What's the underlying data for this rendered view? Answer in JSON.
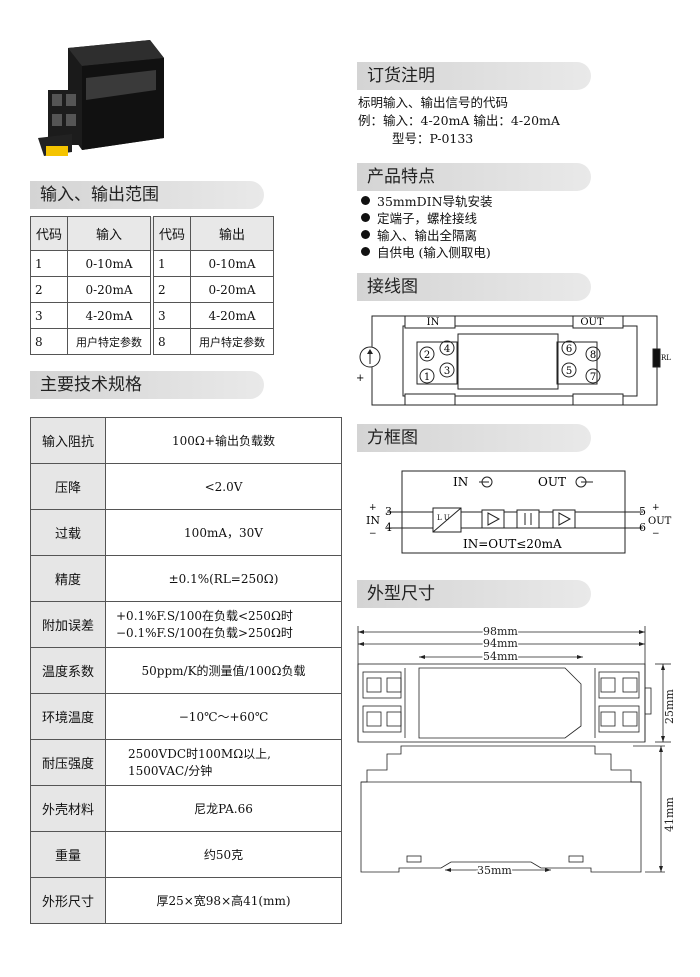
{
  "sections": {
    "io_range": "输入、输出范围",
    "spec": "主要技术规格",
    "order": "订货注明",
    "features": "产品特点",
    "wiring": "接线图",
    "block": "方框图",
    "dims": "外型尺寸"
  },
  "io_table": {
    "headers": [
      "代码",
      "输入",
      "代码",
      "输出"
    ],
    "rows": [
      [
        "1",
        "0-10mA",
        "1",
        "0-10mA"
      ],
      [
        "2",
        "0-20mA",
        "2",
        "0-20mA"
      ],
      [
        "3",
        "4-20mA",
        "3",
        "4-20mA"
      ],
      [
        "8",
        "用户特定参数",
        "8",
        "用户特定参数"
      ]
    ]
  },
  "spec_table": [
    {
      "k": "输入阻抗",
      "v": [
        "100Ω+输出负载数"
      ]
    },
    {
      "k": "压降",
      "v": [
        "<2.0V"
      ]
    },
    {
      "k": "过载",
      "v": [
        "100mA，30V"
      ]
    },
    {
      "k": "精度",
      "v": [
        "±0.1%(RL=250Ω)"
      ]
    },
    {
      "k": "附加误差",
      "v": [
        "+0.1%F.S/100在负载<250Ω时",
        "−0.1%F.S/100在负载>250Ω时"
      ]
    },
    {
      "k": "温度系数",
      "v": [
        "50ppm/K的测量值/100Ω负载"
      ]
    },
    {
      "k": "环境温度",
      "v": [
        "−10℃～+60℃"
      ]
    },
    {
      "k": "耐压强度",
      "v": [
        "2500VDC时100MΩ以上,",
        "1500VAC/分钟"
      ]
    },
    {
      "k": "外壳材料",
      "v": [
        "尼龙PA.66"
      ]
    },
    {
      "k": "重量",
      "v": [
        "约50克"
      ]
    },
    {
      "k": "外形尺寸",
      "v": [
        "厚25×宽98×高41(mm)"
      ]
    }
  ],
  "order": {
    "line1": "标明输入、输出信号的代码",
    "line2": "例：输入：4-20mA 输出：4-20mA",
    "line3": "型号：P-0133"
  },
  "features": [
    "35mmDIN导轨安装",
    "定端子，螺栓接线",
    "输入、输出全隔离",
    "自供电 (输入侧取电)"
  ],
  "wiring": {
    "in": "IN",
    "out": "OUT",
    "rl": "RL",
    "t2": "2",
    "t4": "4",
    "t1": "1",
    "t3": "3",
    "t6": "6",
    "t8": "8",
    "t5": "5",
    "t7": "7",
    "plus": "+"
  },
  "block": {
    "in": "IN",
    "out": "OUT",
    "p3": "3",
    "p4": "4",
    "p5": "5",
    "p6": "6",
    "note": "IN=OUT≤20mA",
    "lu": "L U",
    "plus": "+",
    "minus": "−"
  },
  "dims": {
    "d98": "98mm",
    "d94": "94mm",
    "d54": "54mm",
    "d25": "25mm",
    "d41": "41mm",
    "d35": "35mm"
  }
}
